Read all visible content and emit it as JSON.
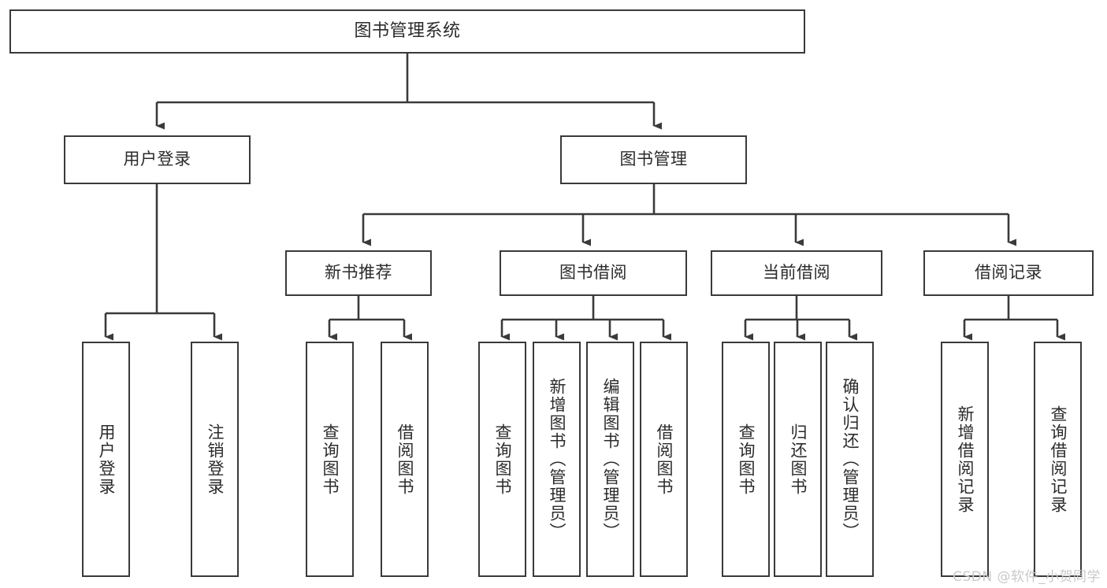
{
  "diagram": {
    "type": "tree-hierarchy",
    "title": "图书管理系统",
    "root": {
      "label": "图书管理系统"
    },
    "level1": [
      {
        "id": "user-login",
        "label": "用户登录"
      },
      {
        "id": "book-manage",
        "label": "图书管理"
      }
    ],
    "level2": [
      {
        "id": "new-book-recommend",
        "label": "新书推荐",
        "parent": "book-manage"
      },
      {
        "id": "book-borrow",
        "label": "图书借阅",
        "parent": "book-manage"
      },
      {
        "id": "current-borrow",
        "label": "当前借阅",
        "parent": "book-manage"
      },
      {
        "id": "borrow-record",
        "label": "借阅记录",
        "parent": "book-manage"
      }
    ],
    "leaves": [
      {
        "id": "leaf-user-login",
        "label": "用户登录",
        "parent": "user-login"
      },
      {
        "id": "leaf-logout",
        "label": "注销登录",
        "parent": "user-login"
      },
      {
        "id": "leaf-query-book-1",
        "label": "查询图书",
        "parent": "new-book-recommend"
      },
      {
        "id": "leaf-borrow-book-1",
        "label": "借阅图书",
        "parent": "new-book-recommend"
      },
      {
        "id": "leaf-query-book-2",
        "label": "查询图书",
        "parent": "book-borrow"
      },
      {
        "id": "leaf-add-book",
        "label": "新增图书（管理员）",
        "parent": "book-borrow"
      },
      {
        "id": "leaf-edit-book",
        "label": "编辑图书（管理员）",
        "parent": "book-borrow"
      },
      {
        "id": "leaf-borrow-book-2",
        "label": "借阅图书",
        "parent": "book-borrow"
      },
      {
        "id": "leaf-query-book-3",
        "label": "查询图书",
        "parent": "current-borrow"
      },
      {
        "id": "leaf-return-book",
        "label": "归还图书",
        "parent": "current-borrow"
      },
      {
        "id": "leaf-confirm-return",
        "label": "确认归还（管理员）",
        "parent": "current-borrow"
      },
      {
        "id": "leaf-add-record",
        "label": "新增借阅记录",
        "parent": "borrow-record"
      },
      {
        "id": "leaf-query-record",
        "label": "查询借阅记录",
        "parent": "borrow-record"
      }
    ],
    "colors": {
      "stroke": "#3a3a3a",
      "text": "#2b2b2b",
      "background": "#ffffff",
      "watermark": "#c9c9c9"
    }
  },
  "watermark": {
    "text": "CSDN @软件_小贺同学"
  }
}
